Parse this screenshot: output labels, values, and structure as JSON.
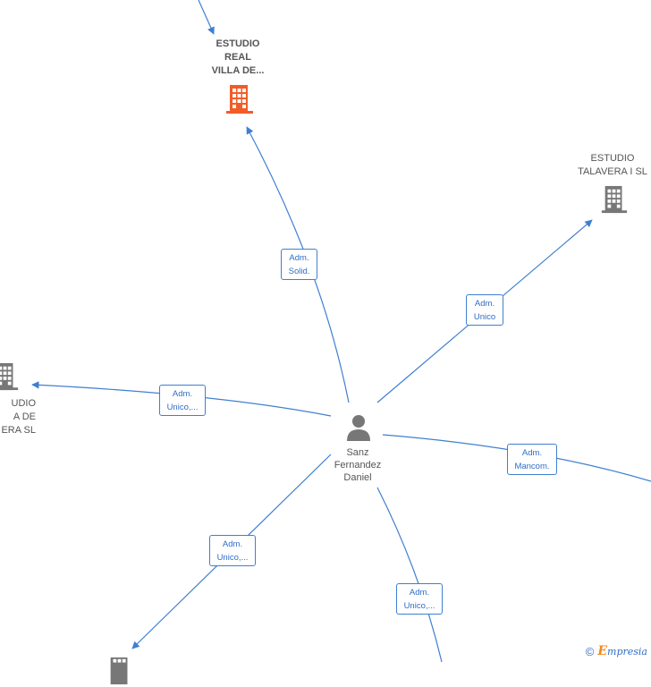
{
  "center_person": {
    "name_lines": [
      "Sanz",
      "Fernandez",
      "Daniel"
    ],
    "icon": "person-icon"
  },
  "companies": {
    "top": {
      "label": "ESTUDIO\nREAL\nVILLA DE...",
      "icon": "building-icon",
      "color": "#f25c28"
    },
    "right_top": {
      "label": "ESTUDIO\nTALAVERA I  SL",
      "icon": "building-icon",
      "color": "#777777"
    },
    "left": {
      "label": "UDIO\nA DE\nERA  SL",
      "icon": "building-icon",
      "color": "#777777"
    },
    "bottom_left": {
      "label": "",
      "icon": "building-icon",
      "color": "#777777"
    }
  },
  "relations": {
    "solid": {
      "line1": "Adm.",
      "line2": "Solid."
    },
    "unico_right": {
      "line1": "Adm.",
      "line2": "Unico"
    },
    "unico_left": {
      "line1": "Adm.",
      "line2": "Unico,..."
    },
    "mancom": {
      "line1": "Adm.",
      "line2": "Mancom."
    },
    "unico_bottom_left": {
      "line1": "Adm.",
      "line2": "Unico,..."
    },
    "unico_bottom": {
      "line1": "Adm.",
      "line2": "Unico,..."
    }
  },
  "footer": {
    "copyright_symbol": "©",
    "brand_first": "E",
    "brand_rest": "mpresia"
  },
  "colors": {
    "edge": "#3f7fd1",
    "highlight_building": "#f25c28",
    "building": "#777777",
    "person": "#777777"
  }
}
